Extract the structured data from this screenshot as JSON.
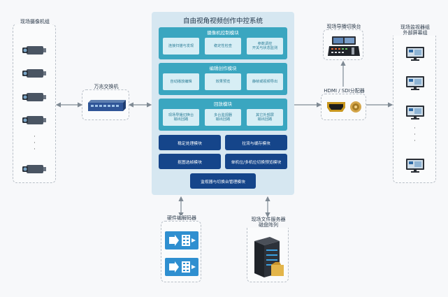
{
  "camera_group": {
    "title": "现场摄像机组"
  },
  "switch": {
    "title": "万兆交换机"
  },
  "main_system": {
    "title": "自由视角视频创作中控系统",
    "modules": [
      {
        "title": "摄像机控制模块",
        "items": [
          "连接扫描与发现",
          "稳定性检查",
          "参数调控\n开关与状态监测"
        ]
      },
      {
        "title": "编辑创作模块",
        "items": [
          "自动播放编辑",
          "效果预览",
          "静帧或视频导出"
        ]
      },
      {
        "title": "回放模块",
        "items": [
          "现场导播切换台\n输出回路",
          "多台监视器\n输出回路",
          "其它外部屏\n输出回路"
        ]
      }
    ],
    "dark_modules": [
      "稳定处理模块",
      "拉流与缓存模块",
      "抠图选帧模块",
      "单机位/多机位切换预览模块",
      "监视器与切换台管理模块"
    ]
  },
  "director_console": {
    "title": "现场导播切换台"
  },
  "splitter": {
    "title": "HDMI / SDI分配器"
  },
  "monitor_group": {
    "title": "现场监视器组\n外部屏幕组"
  },
  "codec": {
    "title": "硬件编解码器"
  },
  "file_server": {
    "title": "现场文件服务器\n磁盘阵列"
  },
  "colors": {
    "module": "#3aa6c0",
    "dark_module": "#15458a",
    "main_bg": "#d6e7f1",
    "arrow": "#7f8a94"
  }
}
